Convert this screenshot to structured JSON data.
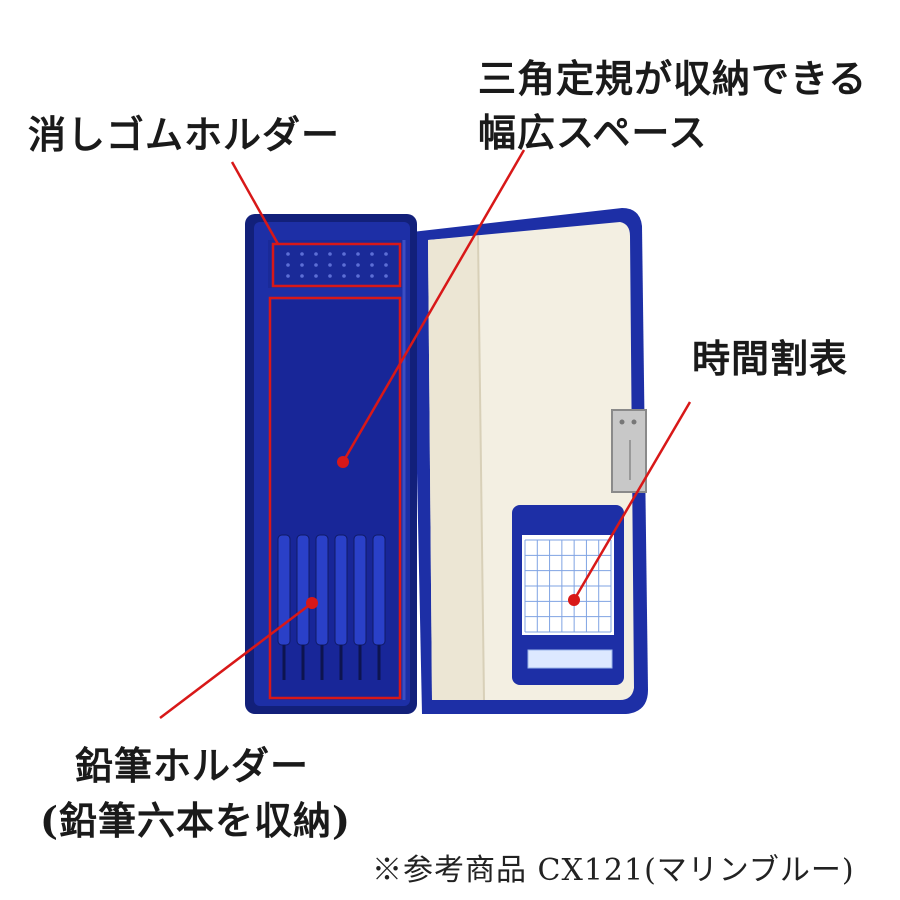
{
  "labels": {
    "eraser_holder": "消しゴムホルダー",
    "ruler_space_line1": "三角定規が収納できる",
    "ruler_space_line2": "幅広スペース",
    "timetable": "時間割表",
    "pencil_holder_line1": "鉛筆ホルダー",
    "pencil_holder_line2": "(鉛筆六本を収納)",
    "reference_product": "※参考商品 CX121(マリンブルー)"
  },
  "colors": {
    "case_blue": "#1d2fa6",
    "case_blue_dark": "#12207a",
    "lid_cream": "#f3efe2",
    "annotation_red": "#d81818",
    "label_text": "#1a1a1a"
  },
  "icons": {
    "pointer_dot": "red-dot",
    "pencil_slot": "pencil-holder-slot"
  },
  "timetable_card": {
    "grid_rows": 6,
    "grid_cols": 7
  },
  "pencil_holder": {
    "slot_count": 6
  }
}
